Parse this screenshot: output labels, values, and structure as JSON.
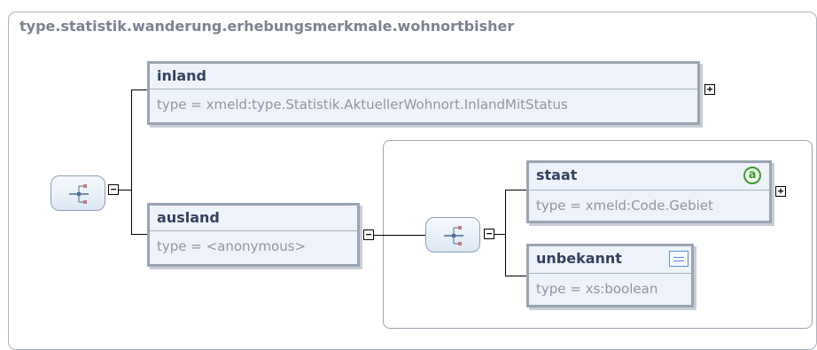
{
  "diagram": {
    "title": "type.statistik.wanderung.erhebungsmerkmale.wohnortbisher",
    "elements": {
      "inland": {
        "name": "inland",
        "type": "type = xmeld:type.Statistik.AktuellerWohnort.InlandMitStatus",
        "toggle": "+"
      },
      "ausland": {
        "name": "ausland",
        "type": "type = <anonymous>",
        "toggle": "−"
      },
      "staat": {
        "name": "staat",
        "type": "type = xmeld:Code.Gebiet",
        "toggle": "+",
        "badge": "a"
      },
      "unbekannt": {
        "name": "unbekannt",
        "type": "type = xs:boolean"
      }
    },
    "sequence_toggle": "−",
    "icons": [
      "sequence-compositor-icon",
      "attribute-icon",
      "documentation-icon"
    ],
    "colors": {
      "element_fill": "#eef2fa",
      "element_border": "#9aa4b2",
      "name_text": "#34425f",
      "type_text": "#8f96a3",
      "attribute_badge": "#3e9b2f"
    }
  }
}
